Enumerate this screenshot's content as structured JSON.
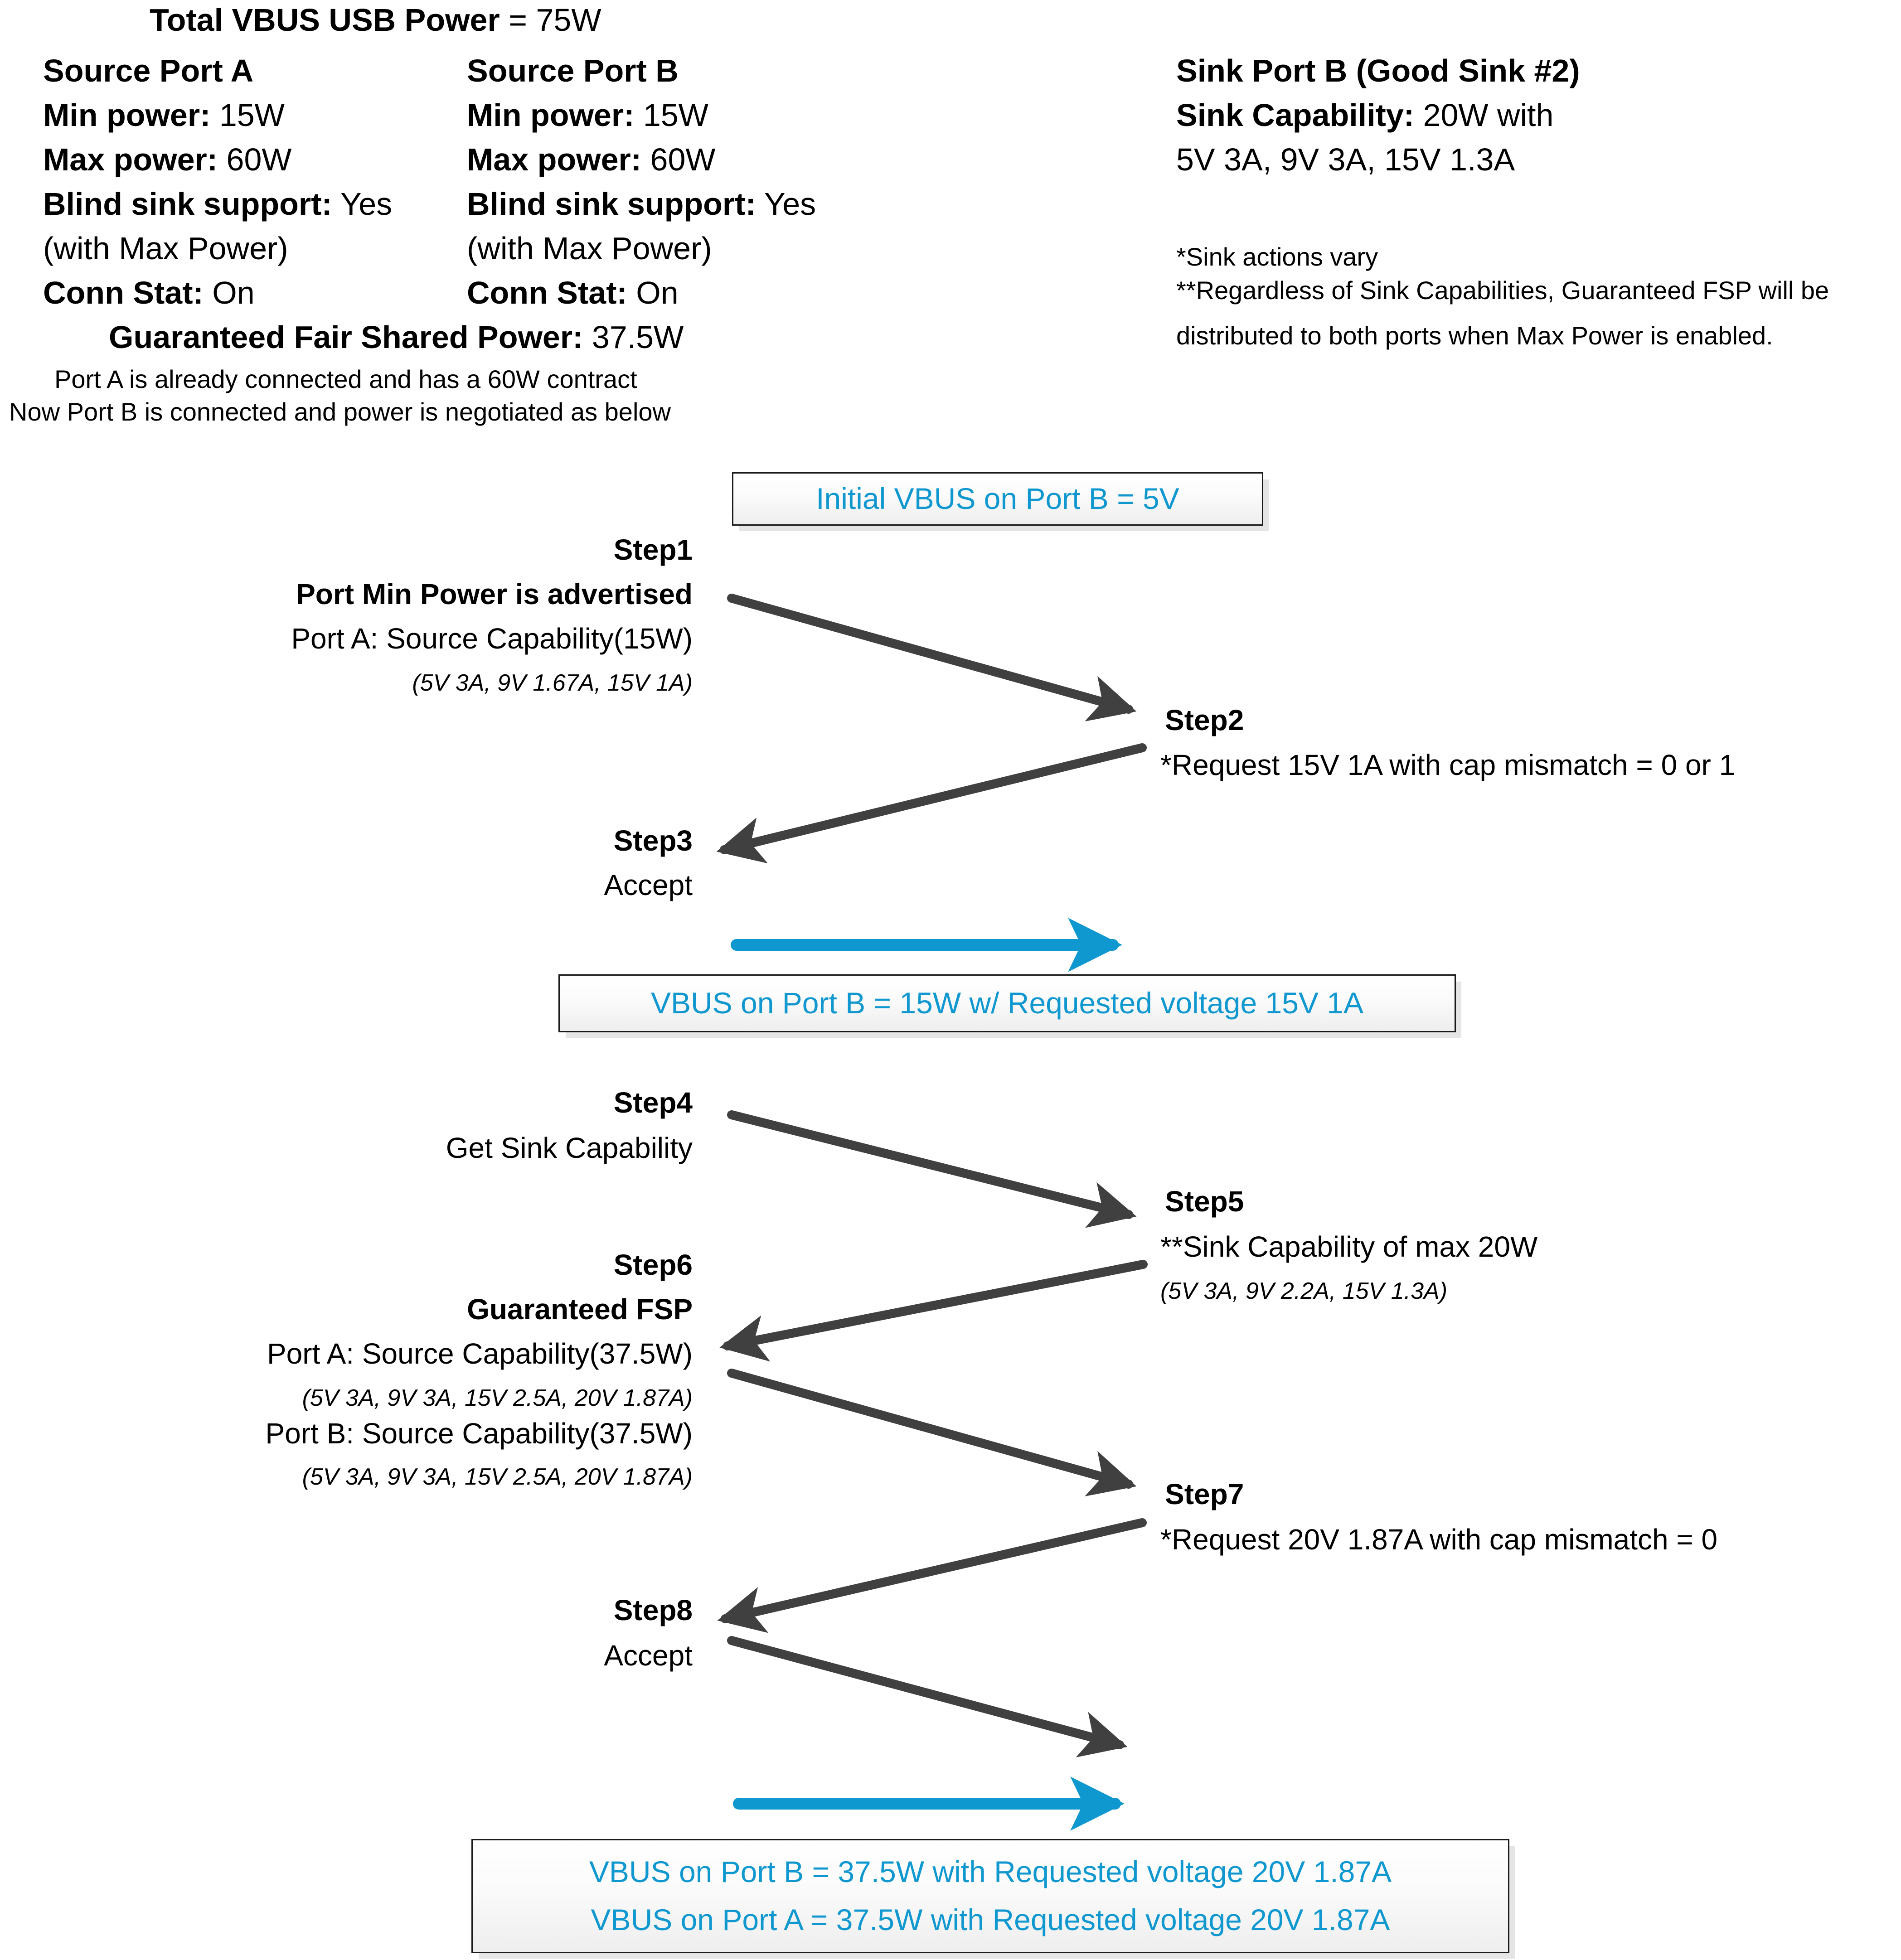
{
  "header": {
    "total_power_label": "Total VBUS USB Power = ",
    "total_power_bold": "Total VBUS USB Power",
    "total_power_value": "75W",
    "port_a": {
      "title": "Source Port A",
      "min_power_label": "Min power:",
      "min_power_value": "15W",
      "max_power_label": "Max power:",
      "max_power_value": "60W",
      "blind_sink_label": "Blind sink support:",
      "blind_sink_value": "Yes",
      "blind_sink_note": "(with Max Power)",
      "conn_stat_label": "Conn Stat:",
      "conn_stat_value": "On"
    },
    "port_b": {
      "title": "Source Port B",
      "min_power_label": "Min power:",
      "min_power_value": "15W",
      "max_power_label": "Max power:",
      "max_power_value": "60W",
      "blind_sink_label": "Blind sink support:",
      "blind_sink_value": "Yes",
      "blind_sink_note": "(with Max Power)",
      "conn_stat_label": "Conn Stat:",
      "conn_stat_value": "On"
    },
    "fsp_label": "Guaranteed Fair Shared Power:",
    "fsp_value": "37.5W",
    "note_line_1": "Port A is already connected and has a 60W contract",
    "note_line_2": "Now Port B is connected and power is negotiated as below",
    "sink": {
      "title": "Sink Port B (Good Sink #2)",
      "capability_label": "Sink Capability:",
      "capability_value": "20W with",
      "capability_pdos": "5V 3A, 9V 3A, 15V 1.3A",
      "footnote_1": "*Sink actions vary",
      "footnote_2_line_1": "**Regardless of Sink Capabilities, Guaranteed FSP will be",
      "footnote_2_line_2": "distributed to both ports when Max Power is enabled."
    }
  },
  "callouts": {
    "initial_vbus": "Initial VBUS on Port B = 5V",
    "vbus_15w": "VBUS on Port B = 15W w/ Requested voltage 15V 1A",
    "final_port_b": "VBUS on Port B = 37.5W with Requested voltage 20V 1.87A",
    "final_port_a": "VBUS on Port A = 37.5W with Requested voltage 20V 1.87A"
  },
  "steps": {
    "step1": {
      "label": "Step1",
      "line1": "Port Min Power is advertised",
      "line2": "Port A: Source Capability(15W)",
      "line3": "(5V 3A, 9V 1.67A, 15V 1A)"
    },
    "step2": {
      "label": "Step2",
      "line1": "*Request 15V 1A with cap mismatch = 0 or 1"
    },
    "step3": {
      "label": "Step3",
      "line1": "Accept"
    },
    "step4": {
      "label": "Step4",
      "line1": "Get Sink Capability"
    },
    "step5": {
      "label": "Step5",
      "line1": "**Sink Capability of max 20W",
      "line2": "(5V 3A, 9V 2.2A, 15V 1.3A)"
    },
    "step6": {
      "label": "Step6",
      "line1": "Guaranteed FSP",
      "line2": "Port A: Source Capability(37.5W)",
      "line3": "(5V 3A, 9V 3A, 15V 2.5A, 20V 1.87A)",
      "line4": "Port B: Source Capability(37.5W)",
      "line5": "(5V 3A, 9V 3A, 15V 2.5A, 20V 1.87A)"
    },
    "step7": {
      "label": "Step7",
      "line1": "*Request 20V 1.87A with cap mismatch = 0"
    },
    "step8": {
      "label": "Step8",
      "line1": "Accept"
    }
  },
  "colors": {
    "accent_blue": "#0f97cf",
    "arrow_gray": "#404040",
    "text_black": "#000000",
    "box_border": "#1a1a1a"
  }
}
